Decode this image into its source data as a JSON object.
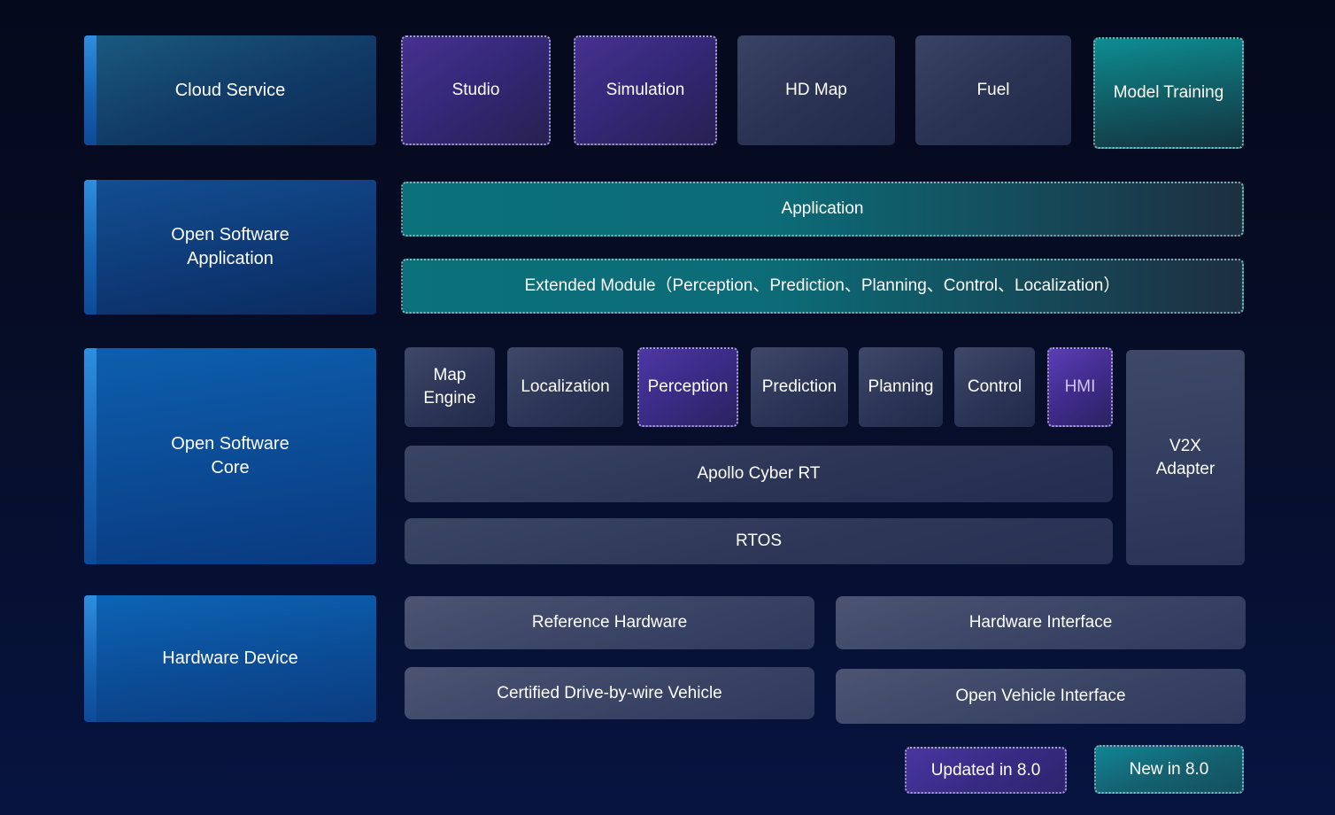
{
  "colors": {
    "background_top": "#05091c",
    "background_bottom": "#071440",
    "label_box_blue": "#0d5fae",
    "accent_bar_blue": "#2f8ede",
    "slate_box": "#3e4867",
    "updated_purple": "#46318f",
    "new_teal": "#0d8d91",
    "text": "#ffffff",
    "hmi_text": "#cfc6f2"
  },
  "rows": {
    "cloud": {
      "label": "Cloud Service",
      "items": {
        "studio": "Studio",
        "simulation": "Simulation",
        "hd_map": "HD Map",
        "fuel": "Fuel",
        "model_training": "Model Training"
      }
    },
    "software_application": {
      "label": "Open Software Application",
      "application": "Application",
      "extended_module": "Extended Module（Perception、Prediction、Planning、Control、Localization）"
    },
    "software_core": {
      "label": "Open Software Core",
      "modules": {
        "map_engine": "Map Engine",
        "localization": "Localization",
        "perception": "Perception",
        "prediction": "Prediction",
        "planning": "Planning",
        "control": "Control",
        "hmi": "HMI",
        "v2x_adapter": "V2X Adapter"
      },
      "cyber_rt": "Apollo Cyber RT",
      "rtos": "RTOS"
    },
    "hardware": {
      "label": "Hardware Device",
      "items": {
        "reference_hardware": "Reference Hardware",
        "hardware_interface": "Hardware Interface",
        "certified_vehicle": "Certified Drive-by-wire Vehicle",
        "open_vehicle_interface": "Open Vehicle Interface"
      }
    }
  },
  "legend": {
    "updated": "Updated in 8.0",
    "new": "New in 8.0"
  }
}
